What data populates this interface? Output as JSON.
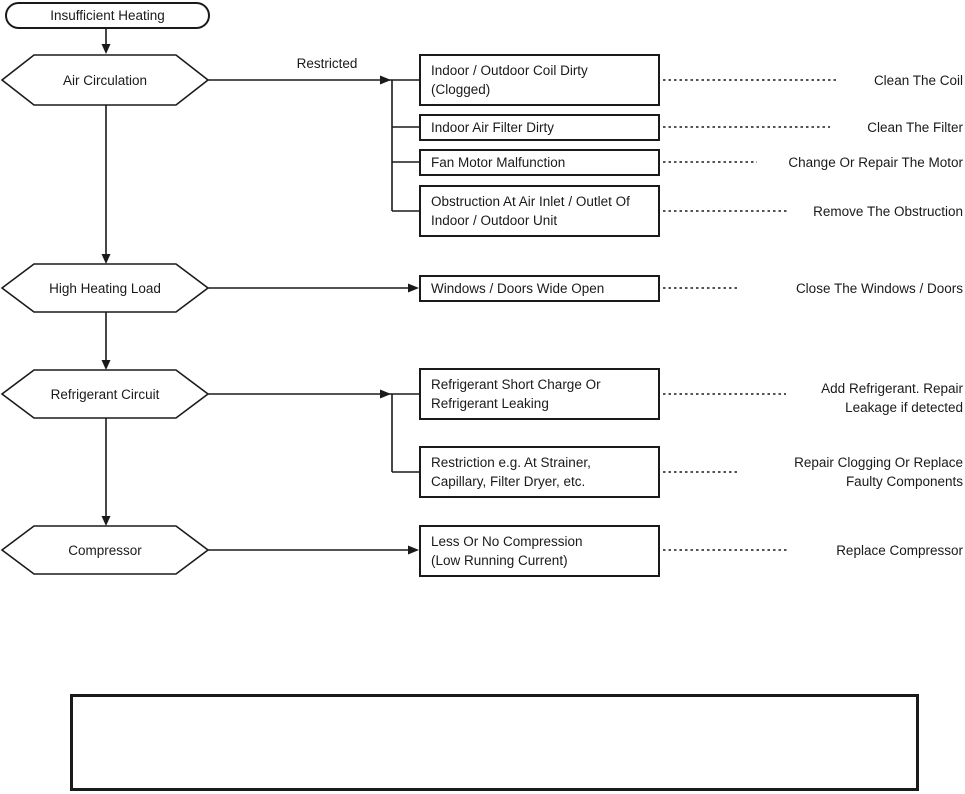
{
  "flowchart": {
    "root_label": "Insufficient Heating",
    "branches": [
      {
        "cause": "Air Circulation",
        "arrow_label": "Restricted",
        "items": [
          {
            "problem": "Indoor / Outdoor Coil Dirty\n(Clogged)",
            "remedy": "Clean The Coil"
          },
          {
            "problem": "Indoor Air Filter Dirty",
            "remedy": "Clean The Filter"
          },
          {
            "problem": "Fan Motor Malfunction",
            "remedy": "Change Or Repair The Motor"
          },
          {
            "problem": "Obstruction At Air Inlet / Outlet Of\nIndoor / Outdoor Unit",
            "remedy": "Remove The Obstruction"
          }
        ]
      },
      {
        "cause": "High Heating Load",
        "arrow_label": "",
        "items": [
          {
            "problem": "Windows / Doors Wide Open",
            "remedy": "Close The Windows / Doors"
          }
        ]
      },
      {
        "cause": "Refrigerant Circuit",
        "arrow_label": "",
        "items": [
          {
            "problem": "Refrigerant Short Charge Or\nRefrigerant Leaking",
            "remedy": "Add Refrigerant. Repair\nLeakage if detected"
          },
          {
            "problem": "Restriction e.g. At Strainer,\nCapillary, Filter Dryer, etc.",
            "remedy": "Repair Clogging Or Replace\nFaulty Components"
          }
        ]
      },
      {
        "cause": "Compressor",
        "arrow_label": "",
        "items": [
          {
            "problem": "Less Or No Compression\n(Low Running Current)",
            "remedy": "Replace Compressor"
          }
        ]
      }
    ],
    "colors": {
      "line": "#1a1a1a",
      "text": "#1a1a1a",
      "background": "#ffffff"
    }
  }
}
